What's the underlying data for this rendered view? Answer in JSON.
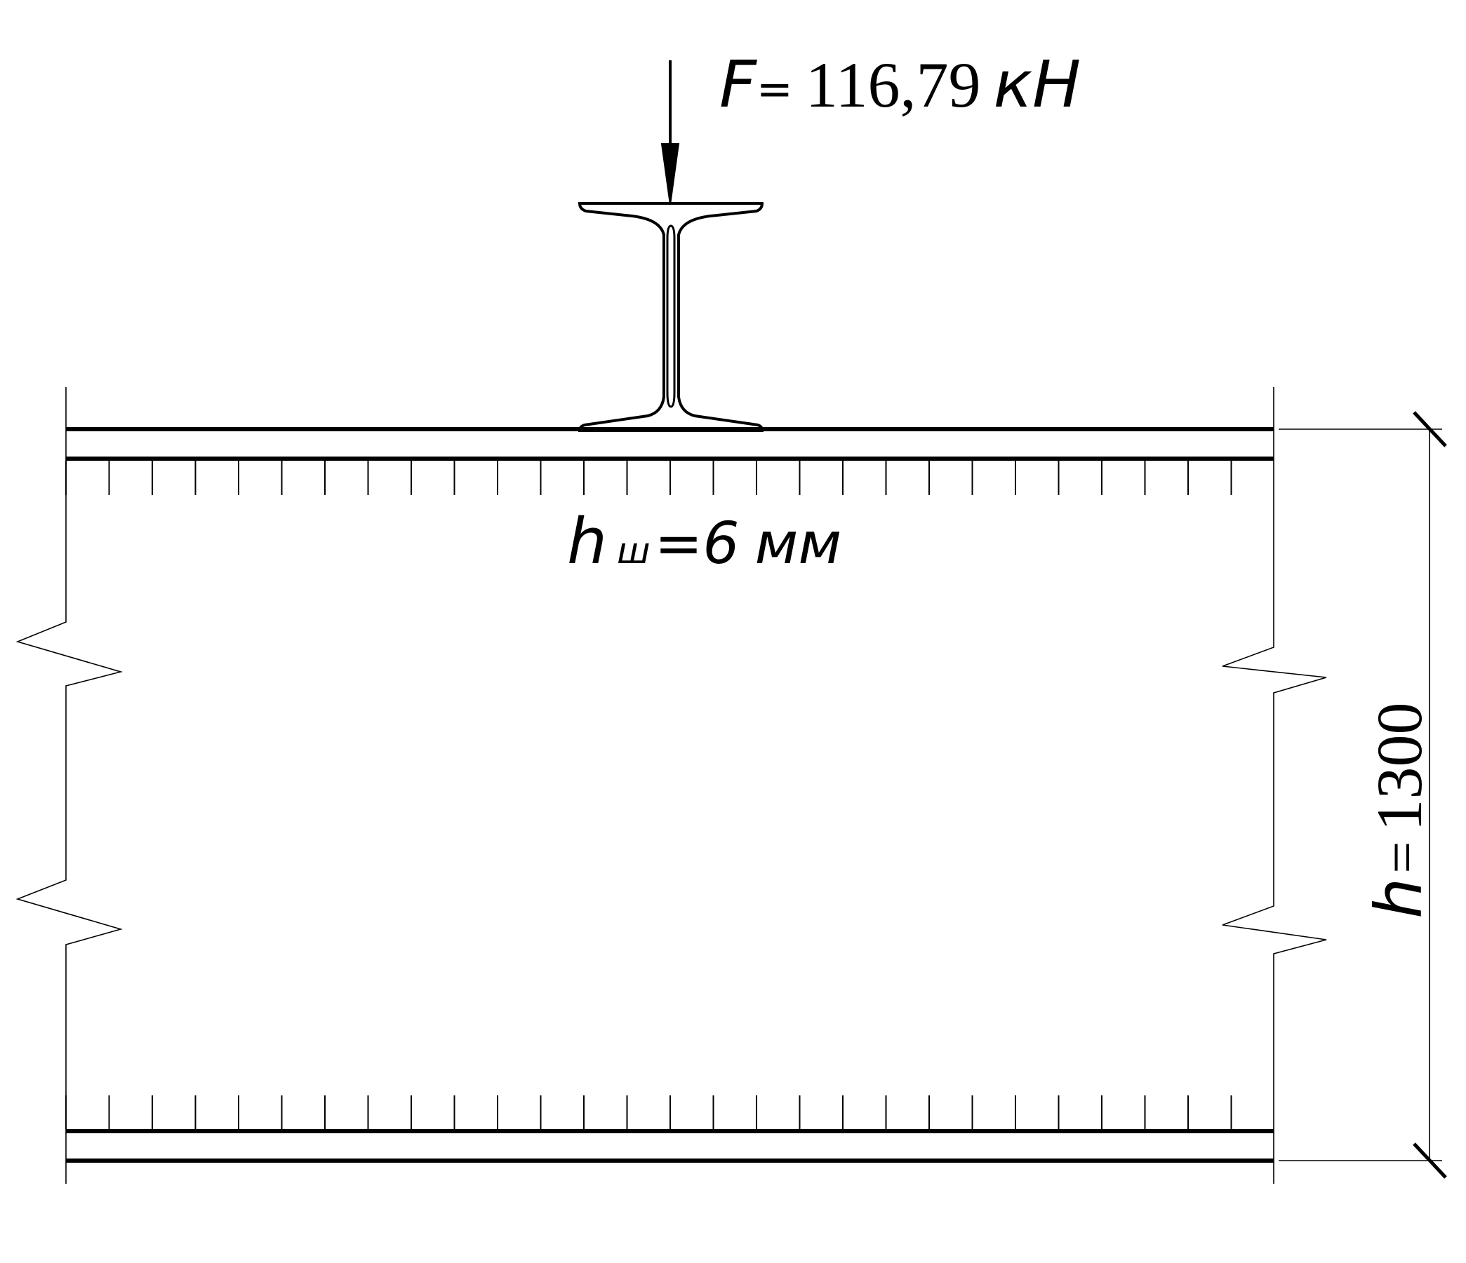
{
  "load": {
    "symbol": "F",
    "equals": "=",
    "value": "116,79",
    "unit": "кН"
  },
  "weld": {
    "symbol": "h",
    "subscript": "ш",
    "equals": "=",
    "value": "6",
    "unit": "мм"
  },
  "height_dimension": {
    "symbol": "h",
    "equals": "=",
    "value": "1300"
  },
  "colors": {
    "ink": "#000000",
    "background": "#ffffff"
  }
}
